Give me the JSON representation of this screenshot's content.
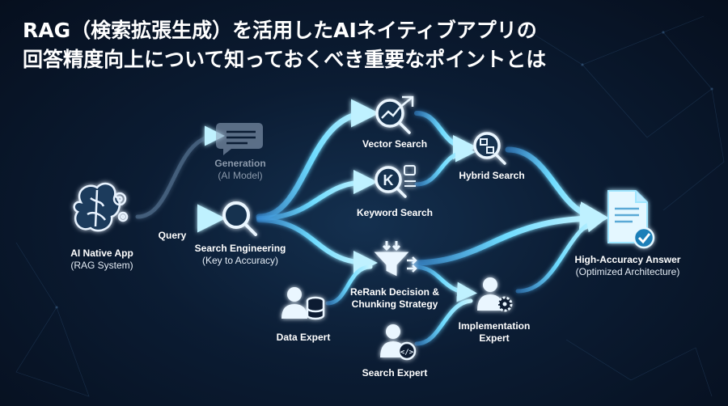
{
  "title": {
    "line1": "RAG（検索拡張生成）を活用したAIネイティブアプリの",
    "line2": "回答精度向上について知っておくべき重要なポイントとは"
  },
  "nodes": {
    "ai_native_app": {
      "label": "AI Native App",
      "sub": "(RAG System)",
      "icon": "brain-gears-icon"
    },
    "query": {
      "label": "Query"
    },
    "generation": {
      "label": "Generation",
      "sub": "(AI Model)",
      "icon": "chat-bubble-icon"
    },
    "search_engineering": {
      "label": "Search Engineering",
      "sub": "(Key to Accuracy)",
      "icon": "magnifier-icon"
    },
    "vector_search": {
      "label": "Vector Search",
      "icon": "search-chart-icon"
    },
    "keyword_search": {
      "label": "Keyword Search",
      "icon": "keyword-k-icon"
    },
    "hybrid_search": {
      "label": "Hybrid Search",
      "icon": "hybrid-search-icon"
    },
    "rerank": {
      "label": "ReRank Decision &",
      "label2": "Chunking Strategy",
      "icon": "funnel-icon"
    },
    "data_expert": {
      "label": "Data Expert",
      "icon": "person-database-icon"
    },
    "search_expert": {
      "label": "Search Expert",
      "icon": "person-code-icon"
    },
    "implementation_expert": {
      "label": "Implementation",
      "label2": "Expert",
      "icon": "person-gear-icon"
    },
    "answer": {
      "label": "High-Accuracy Answer",
      "sub": "(Optimized Architecture)",
      "icon": "document-check-icon"
    }
  },
  "colors": {
    "accent": "#5fd3ff",
    "glow": "#9fe6ff",
    "dim": "#8b99ab",
    "background": "#0b1c33"
  }
}
